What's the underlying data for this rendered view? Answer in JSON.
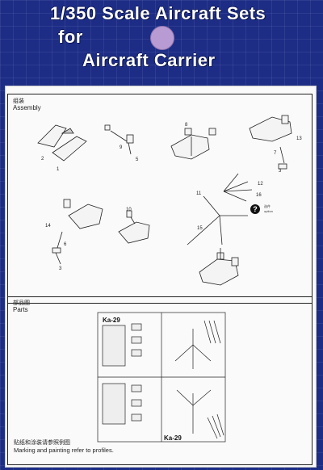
{
  "header": {
    "line1": "1/350 Scale Aircraft Sets",
    "line2": "for",
    "line3": "Aircraft Carrier",
    "dot_color": "#b99bd3"
  },
  "assembly": {
    "label_zh": "组装",
    "label_en": "Assembly",
    "option_mark": "?",
    "option_label_zh": "选件",
    "option_label_en": "option",
    "numbers": [
      "2",
      "1",
      "9",
      "5",
      "8",
      "13",
      "7",
      "3",
      "12",
      "16",
      "11",
      "15",
      "10",
      "14",
      "6",
      "3"
    ]
  },
  "parts": {
    "label_zh": "部品图",
    "label_en": "Parts",
    "sprue_code_top": "Ka-29",
    "sprue_code_bottom": "Ka-29"
  },
  "note": {
    "zh": "贴纸和涂装请参照例图",
    "en": "Marking and painting refer to profiles."
  },
  "colors": {
    "background": "#1d2d86",
    "panel": "#fafafa",
    "title": "#ffffff"
  }
}
